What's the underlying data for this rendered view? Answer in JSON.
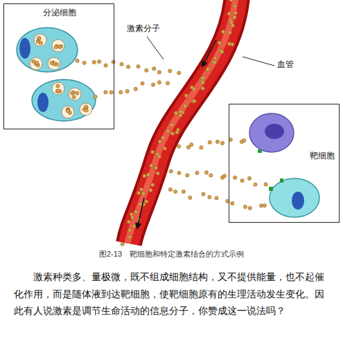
{
  "diagram": {
    "caption": "图2-13　靶细胞和特定激素结合的方式示例",
    "nodes": [
      {
        "text": [
          "分泌细胞"
        ]
      },
      {
        "text": [
          "靶细胞"
        ]
      }
    ],
    "labels": [
      "激素分子",
      "血管",
      "激素种类多、量极微，既不组成细胞结构，又不提供能量，也不起催化作用，而是随体液到达靶细胞，使靶细胞原有的生理活动发生变化。因此有人说激素是调节生命活动的信息分子，你赞成这一说法吗？"
    ]
  }
}
